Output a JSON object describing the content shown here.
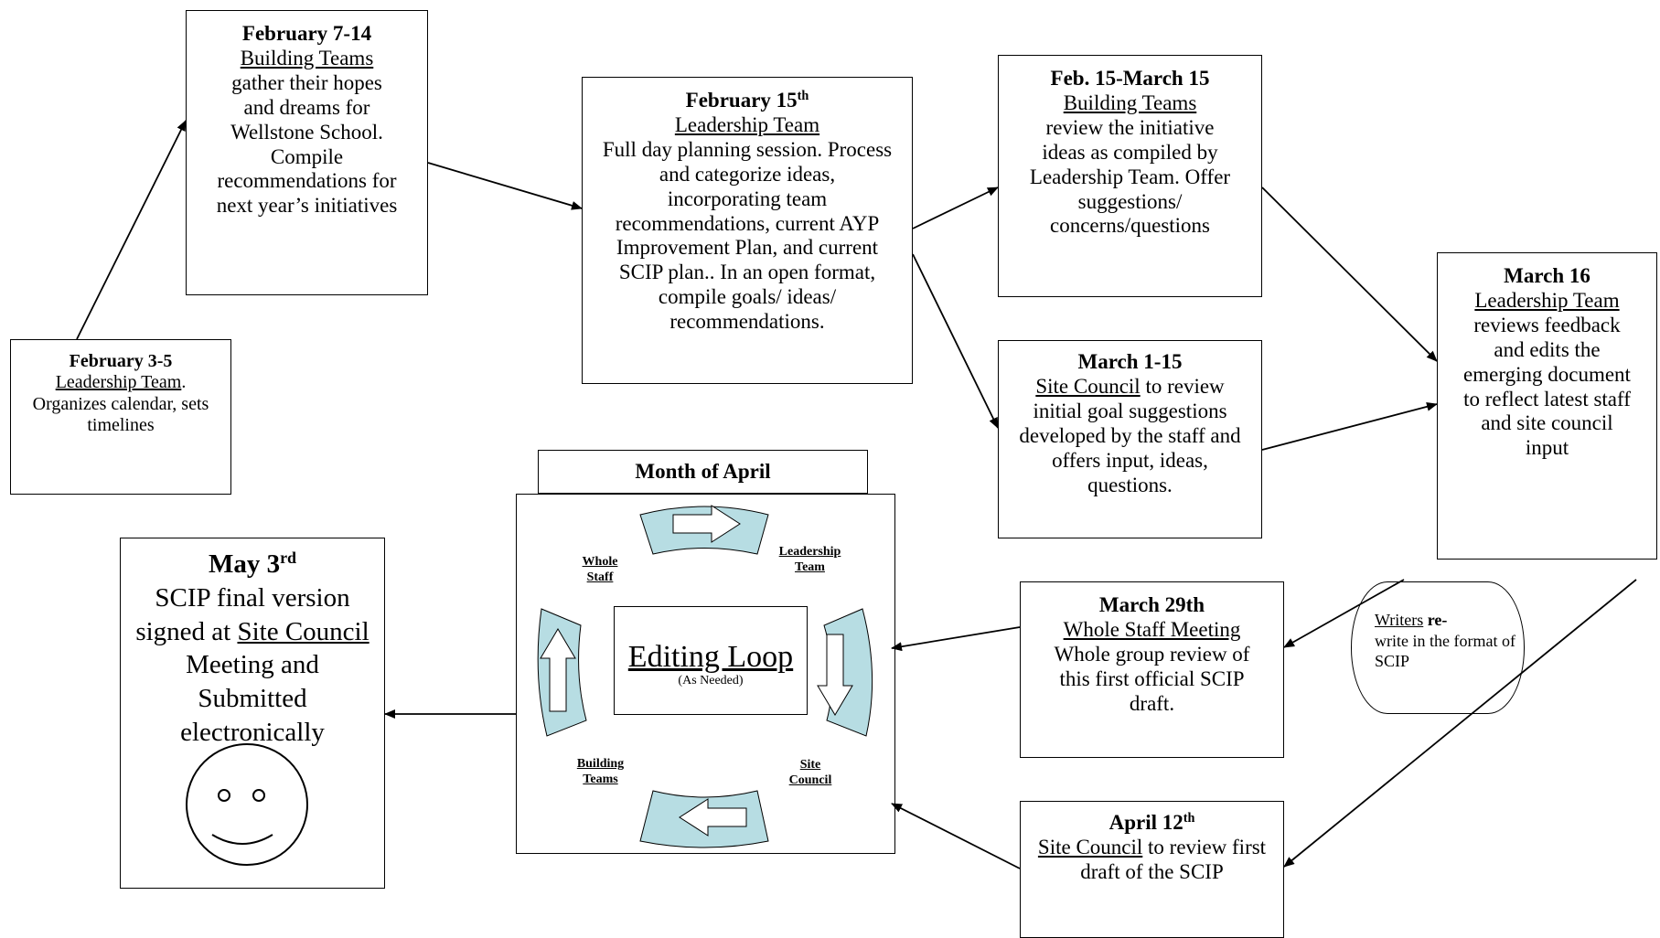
{
  "feb3": {
    "date": "February 3-5",
    "team": "Leadership Team",
    "team_suffix": ".",
    "text": "Organizes calendar, sets timelines"
  },
  "feb7": {
    "date": "February 7-14",
    "team": "Building Teams",
    "text": "gather their hopes and dreams for Wellstone School. Compile recommendations for next year’s initiatives"
  },
  "feb15": {
    "date": "February 15",
    "date_sup": "th",
    "team": "Leadership Team",
    "text": "Full day planning session. Process and categorize ideas, incorporating team recommendations, current AYP Improvement Plan, and current SCIP plan.. In an open format, compile goals/ ideas/ recommendations."
  },
  "feb15mar15": {
    "date": "Feb. 15-March 15",
    "team": "Building Teams",
    "text": "review the initiative ideas as compiled by Leadership Team. Offer suggestions/ concerns/questions"
  },
  "mar1": {
    "date": "March 1-15",
    "team": "Site Council",
    "text": "to review initial goal suggestions developed by the staff and offers input, ideas, questions."
  },
  "mar16": {
    "date": "March 16",
    "team": "Leadership Team",
    "text": "reviews feedback and edits the emerging document to reflect latest staff and site council input"
  },
  "mar29": {
    "date": "March 29th",
    "team": "Whole Staff Meeting",
    "text": "Whole group review of this first official SCIP draft."
  },
  "writers": {
    "team": "Writers",
    "bold": "re-",
    "text": "write in the format of SCIP"
  },
  "apr12": {
    "date": "April 12",
    "date_sup": "th",
    "team": "Site Council",
    "text": "to review first draft of the SCIP"
  },
  "may3": {
    "date": "May 3",
    "date_sup": "rd",
    "line1": "SCIP final version signed at ",
    "team": "Site Council",
    "line2": " Meeting and Submitted electronically"
  },
  "april": {
    "title": "Month of April",
    "loop_title": "Editing Loop",
    "loop_sub": "(As Needed)",
    "labels": {
      "whole_staff": "Whole Staff",
      "leadership_team": "Leadership Team",
      "building_teams": "Building Teams",
      "site_council": "Site Council"
    }
  },
  "colors": {
    "arc_fill": "#b7dde3",
    "stroke": "#000000"
  }
}
